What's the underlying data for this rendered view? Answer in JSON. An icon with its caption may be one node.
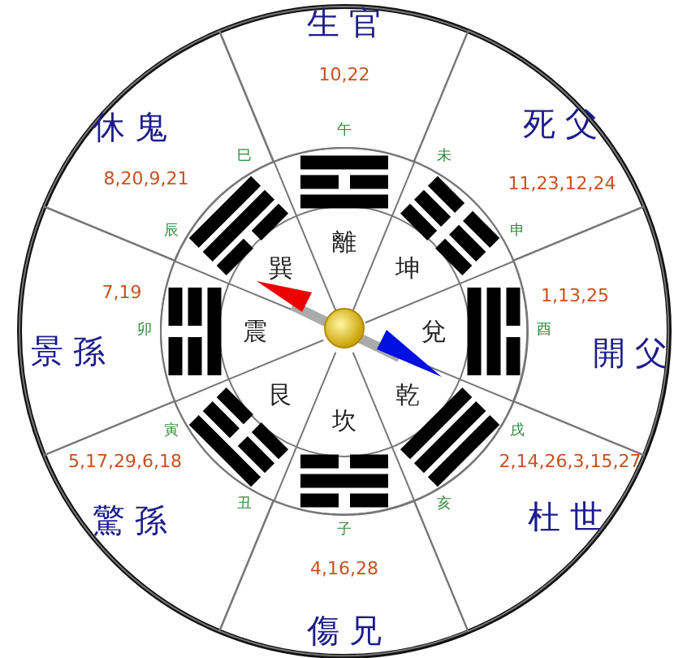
{
  "diagram": {
    "nodes": [
      {
        "text": [
          "生 官",
          "10,22"
        ]
      },
      {
        "text": [
          "死 父",
          "11,23,12,24"
        ]
      },
      {
        "text": [
          "1,13,25",
          "開 父"
        ]
      },
      {
        "text": [
          "2,14,26,3,15,27",
          "杜 世"
        ]
      },
      {
        "text": [
          "4,16,28",
          "傷 兄"
        ]
      },
      {
        "text": [
          "5,17,29,6,18",
          "驚 孫"
        ]
      },
      {
        "text": [
          "7,19",
          "景 孫"
        ]
      },
      {
        "text": [
          "休 鬼",
          "8,20,9,21"
        ]
      },
      {
        "text": [
          "離"
        ]
      },
      {
        "text": [
          "坤"
        ]
      },
      {
        "text": [
          "兌"
        ]
      },
      {
        "text": [
          "乾"
        ]
      },
      {
        "text": [
          "坎"
        ]
      },
      {
        "text": [
          "艮"
        ]
      },
      {
        "text": [
          "震"
        ]
      },
      {
        "text": [
          "巽"
        ]
      }
    ],
    "labels": [
      "午",
      "未",
      "申",
      "酉",
      "戌",
      "亥",
      "子",
      "丑",
      "寅",
      "卯",
      "辰",
      "巳"
    ]
  }
}
